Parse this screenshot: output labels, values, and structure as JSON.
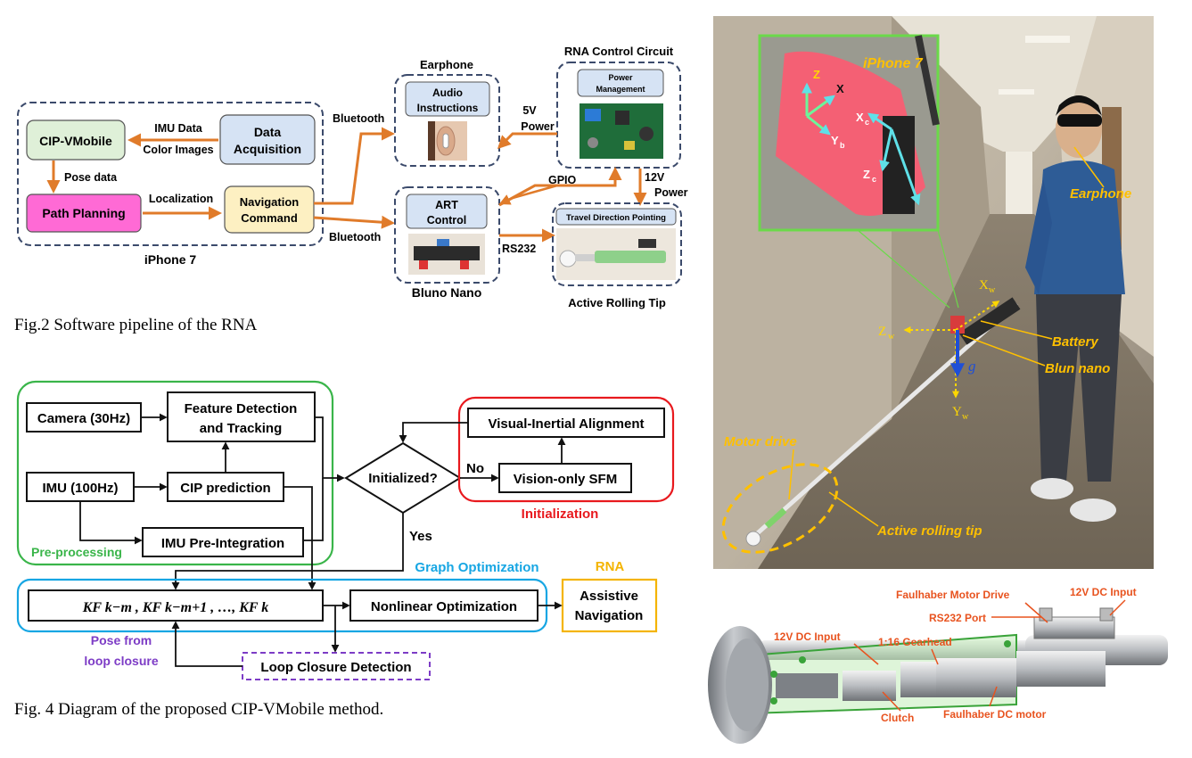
{
  "fig2": {
    "iphone_group": "iPhone 7",
    "cip_vmobile": "CIP-VMobile",
    "data_acquisition": [
      "Data",
      "Acquisition"
    ],
    "imu_data": "IMU Data",
    "color_images": "Color Images",
    "pose_data": "Pose data",
    "path_planning": "Path Planning",
    "localization": "Localization",
    "navigation_command": [
      "Navigation",
      "Command"
    ],
    "bluetooth_top": "Bluetooth",
    "bluetooth_bottom": "Bluetooth",
    "earphone_title": "Earphone",
    "audio_instructions": [
      "Audio",
      "Instructions"
    ],
    "rna_control_circuit": "RNA Control Circuit",
    "power_management": [
      "Power",
      "Management"
    ],
    "five_v_power": [
      "5V",
      "Power"
    ],
    "gpio": "GPIO",
    "twelve_v_power": [
      "12V",
      "Power"
    ],
    "art_control": [
      "ART",
      "Control"
    ],
    "bluno_nano": "Bluno Nano",
    "rs232": "RS232",
    "travel_direction_pointing": "Travel Direction Pointing",
    "active_rolling_tip": "Active Rolling Tip",
    "caption": "Fig.2 Software pipeline of the RNA"
  },
  "fig4": {
    "camera": "Camera (30Hz)",
    "feature_detection": [
      "Feature Detection",
      "and Tracking"
    ],
    "imu": "IMU (100Hz)",
    "cip_prediction": "CIP prediction",
    "imu_preintegration": "IMU Pre-Integration",
    "preprocessing": "Pre-processing",
    "initialized": "Initialized?",
    "no": "No",
    "yes": "Yes",
    "visual_inertial_alignment": "Visual-Inertial Alignment",
    "vision_only_sfm": "Vision-only SFM",
    "initialization": "Initialization",
    "graph_optimization": "Graph Optimization",
    "keyframes": "KF k−m , KF k−m+1 , …, KF k",
    "nonlinear_optimization": "Nonlinear Optimization",
    "rna": "RNA",
    "assistive_navigation": [
      "Assistive",
      "Navigation"
    ],
    "pose_from_loop_closure": [
      "Pose from",
      "loop closure"
    ],
    "loop_closure_detection": "Loop Closure Detection",
    "caption": "Fig. 4 Diagram of the proposed CIP-VMobile method."
  },
  "photo": {
    "iphone7": "iPhone 7",
    "earphone": "Earphone",
    "battery": "Battery",
    "blun_nano": "Blun nano",
    "motor_drive": "Motor drive",
    "active_rolling_tip": "Active rolling tip",
    "x_w": "X",
    "z_w": "Z",
    "y_w": "Y",
    "g": "g",
    "w": "w",
    "x_c": "X",
    "z_c": "Z",
    "y_b": "Y",
    "z_b": "Z",
    "x_b": "X",
    "c": "c",
    "b": "b"
  },
  "cad": {
    "faulhaber_motor_drive": "Faulhaber Motor Drive",
    "twelve_v_dc_input_right": "12V DC Input",
    "rs232_port": "RS232 Port",
    "twelve_v_dc_input_left": "12V DC Input",
    "gearhead": "1:16 Gearhead",
    "clutch": "Clutch",
    "faulhaber_dc_motor": "Faulhaber DC motor"
  },
  "colors": {
    "orange_arrow": "#e07b2a",
    "dashed_border": "#3b4a6b",
    "blue_box": "#d6e3f4",
    "green_box": "#dff0d8",
    "pink_box": "#ff6ad5",
    "yellow_box": "#fdf0c2",
    "green_group": "#3ab54a",
    "red_group": "#e8191e",
    "blue_group": "#17a6e3",
    "purple_group": "#7d3cc6",
    "yellow_group": "#f4b400",
    "photo_label": "#ffc000",
    "cad_label": "#e8531f"
  }
}
